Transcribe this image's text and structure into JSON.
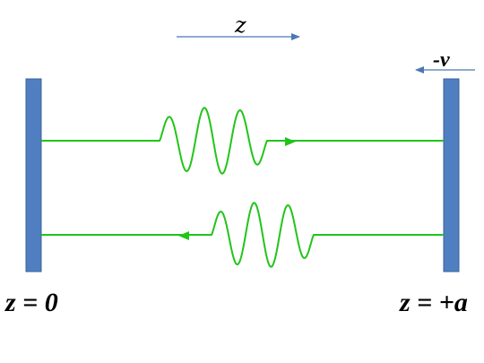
{
  "labels": {
    "z_axis": "z",
    "velocity": "-v",
    "left_position": "z = 0",
    "right_position": "z = +a"
  },
  "colors": {
    "mirror_fill": "#4f7fc0",
    "mirror_edge": "#3b639a",
    "wave": "#22c41a",
    "axis_arrow": "#4a78b4",
    "text": "#000000"
  }
}
